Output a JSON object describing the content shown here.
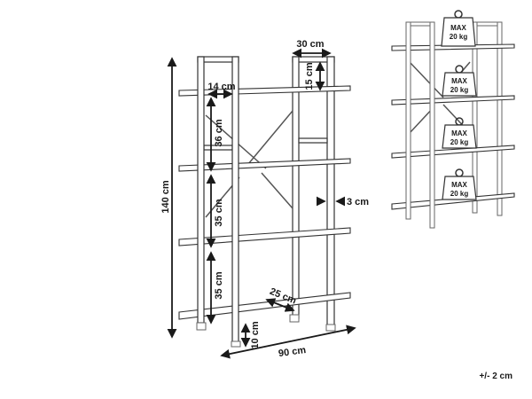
{
  "dimensions": {
    "height_total": "140 cm",
    "depth": "30 cm",
    "top_post": "15 cm",
    "inset": "14 cm",
    "gap_top": "36 cm",
    "gap_mid": "35 cm",
    "gap_bottom": "35 cm",
    "post_width": "3 cm",
    "shelf_depth": "25 cm",
    "clearance": "10 cm",
    "width": "90 cm"
  },
  "load": {
    "label_max": "MAX",
    "label_weight": "20 kg",
    "shelves": 4
  },
  "tolerance": "+/- 2 cm"
}
